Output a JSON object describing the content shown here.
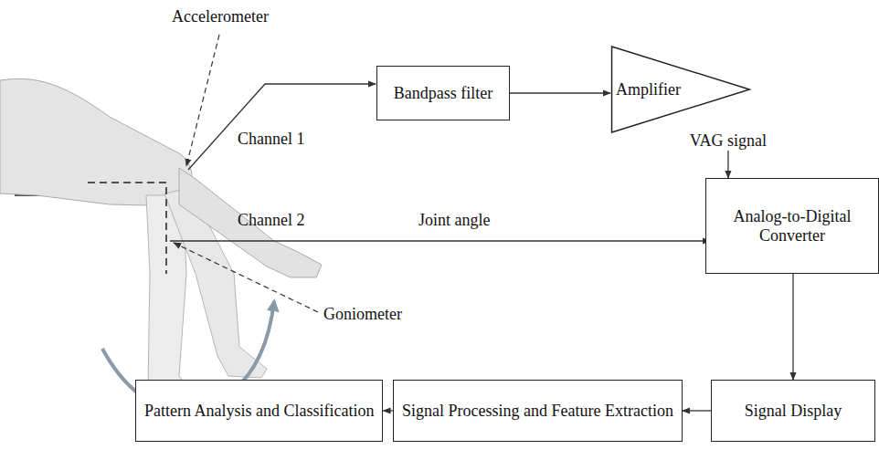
{
  "diagram": {
    "nodes": [
      {
        "text": [
          "Bandpass filter"
        ]
      },
      {
        "text": [
          "Amplifier"
        ]
      },
      {
        "text": [
          "Analog-to-Digital Converter"
        ]
      },
      {
        "text": [
          "Signal Display"
        ]
      },
      {
        "text": [
          "Signal Processing and Feature Extraction"
        ]
      },
      {
        "text": [
          "Pattern Analysis and Classification"
        ]
      }
    ],
    "edges": [
      {
        "from": 0,
        "to": 1,
        "arrow": "to"
      },
      {
        "from": 1,
        "to": 2,
        "label": "VAG signal",
        "arrow": "to"
      },
      {
        "from": 2,
        "to": 3,
        "arrow": "to"
      },
      {
        "from": 3,
        "to": 4,
        "arrow": "to"
      },
      {
        "from": 4,
        "to": 5,
        "arrow": "to"
      }
    ],
    "labels": [
      "Accelerometer",
      "Channel 1",
      "Channel 2",
      "Joint angle",
      "Goniometer"
    ]
  }
}
